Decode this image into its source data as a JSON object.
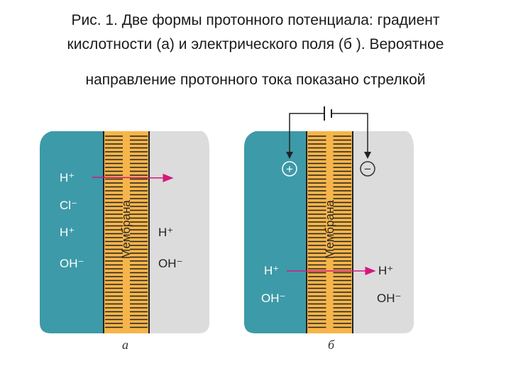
{
  "caption": {
    "line1": "Рис. 1. Две формы протонного потенциала: градиент",
    "line2": "кислотности (а) и электрического поля (б ). Вероятное",
    "line3": "направление протонного тока показано стрелкой"
  },
  "panel_a": {
    "letter": "а",
    "membrane_label": "Мембрана",
    "left_ions": [
      "H⁺",
      "Cl⁻",
      "H⁺",
      "OH⁻"
    ],
    "right_ions": [
      "H⁺",
      "OH⁻"
    ]
  },
  "panel_b": {
    "letter": "б",
    "membrane_label": "Мембрана",
    "plus_sign": "+",
    "minus_sign": "−",
    "left_ions": [
      "H⁺",
      "OH⁻"
    ],
    "right_ions": [
      "H⁺",
      "OH⁻"
    ]
  },
  "colors": {
    "left_compartment": "#3d9aa8",
    "right_compartment": "#dcdcdc",
    "membrane": "#f6b54a",
    "arrow": "#d6177d",
    "wire": "#222222"
  }
}
